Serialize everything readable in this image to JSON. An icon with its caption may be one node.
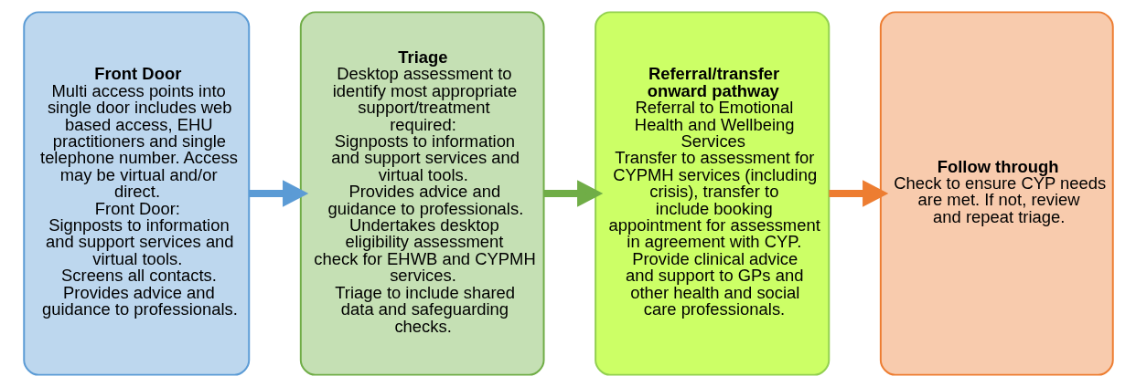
{
  "diagram": {
    "nodes": [
      {
        "text": [
          "Front Door",
          "Multi access points into single door includes web based access, EHU practitioners and single telephone number. Access may be virtual and/or direct.",
          "Front Door:",
          "Signposts to information and support services and virtual tools.",
          "Screens all contacts.",
          "Provides advice and guidance to professionals."
        ]
      },
      {
        "text": [
          "Triage",
          "Desktop assessment to identify most appropriate support/treatment required:",
          "Signposts to information and support services and virtual tools.",
          "Provides advice and guidance to professionals.",
          "Undertakes desktop eligibility assessment check for EHWB and CYPMH services.",
          "Triage to include shared data and safeguarding checks."
        ]
      },
      {
        "text": [
          "Referral/transfer onward pathway",
          "Referral to Emotional Health and Wellbeing Services",
          "Transfer to assessment for CYPMH services (including crisis), transfer to include booking appointment for assessment in agreement with CYP.",
          "Provide clinical advice and support to GPs and other health and social care professionals."
        ]
      },
      {
        "text": [
          "Follow through",
          "Check to ensure CYP needs are met. If not, review and repeat triage."
        ]
      }
    ],
    "edges": [
      {
        "from": 0,
        "to": 1,
        "arrow": "to",
        "color": "#5b9bd5"
      },
      {
        "from": 1,
        "to": 2,
        "arrow": "to",
        "color": "#70ad47"
      },
      {
        "from": 2,
        "to": 3,
        "arrow": "to",
        "color": "#ed7d31"
      }
    ]
  }
}
